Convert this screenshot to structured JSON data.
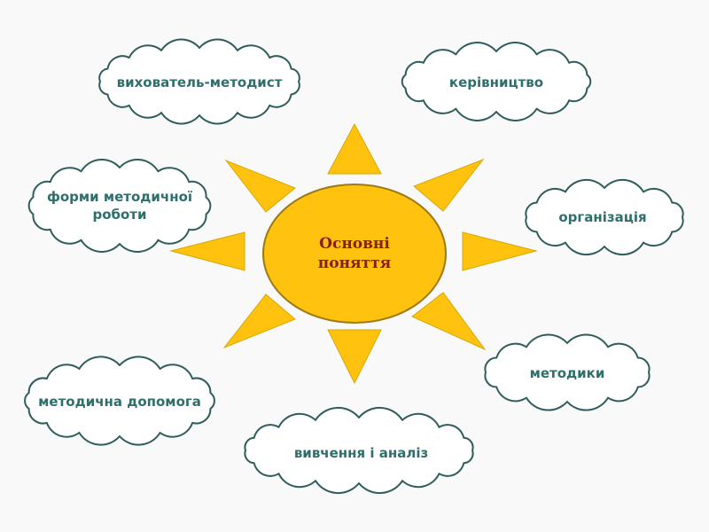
{
  "diagram": {
    "center_label": "Основні\nпоняття",
    "concepts": [
      {
        "id": "vykhovatel-metodyst",
        "label": "вихователь-методист"
      },
      {
        "id": "kerivnytstvo",
        "label": "керівництво"
      },
      {
        "id": "formy-metodychnoi-roboty",
        "label": "форми методичної\nроботи"
      },
      {
        "id": "orhanizatsiia",
        "label": "організація"
      },
      {
        "id": "metodyky",
        "label": "методики"
      },
      {
        "id": "metodychna-dopomoha",
        "label": "методична допомога"
      },
      {
        "id": "vyvchennia-i-analiz",
        "label": "вивчення і аналіз"
      }
    ]
  },
  "colors": {
    "sun_fill": "#ffc20e",
    "sun_stroke": "#9c7a14",
    "ray_fill": "#ffc20e",
    "ray_stroke": "#d9a800",
    "cloud_fill": "#ffffff",
    "cloud_stroke": "#2f5d5a",
    "cloud_text": "#2e6f6c",
    "center_text": "#8b1a1a",
    "background": "#f9f9f9"
  }
}
